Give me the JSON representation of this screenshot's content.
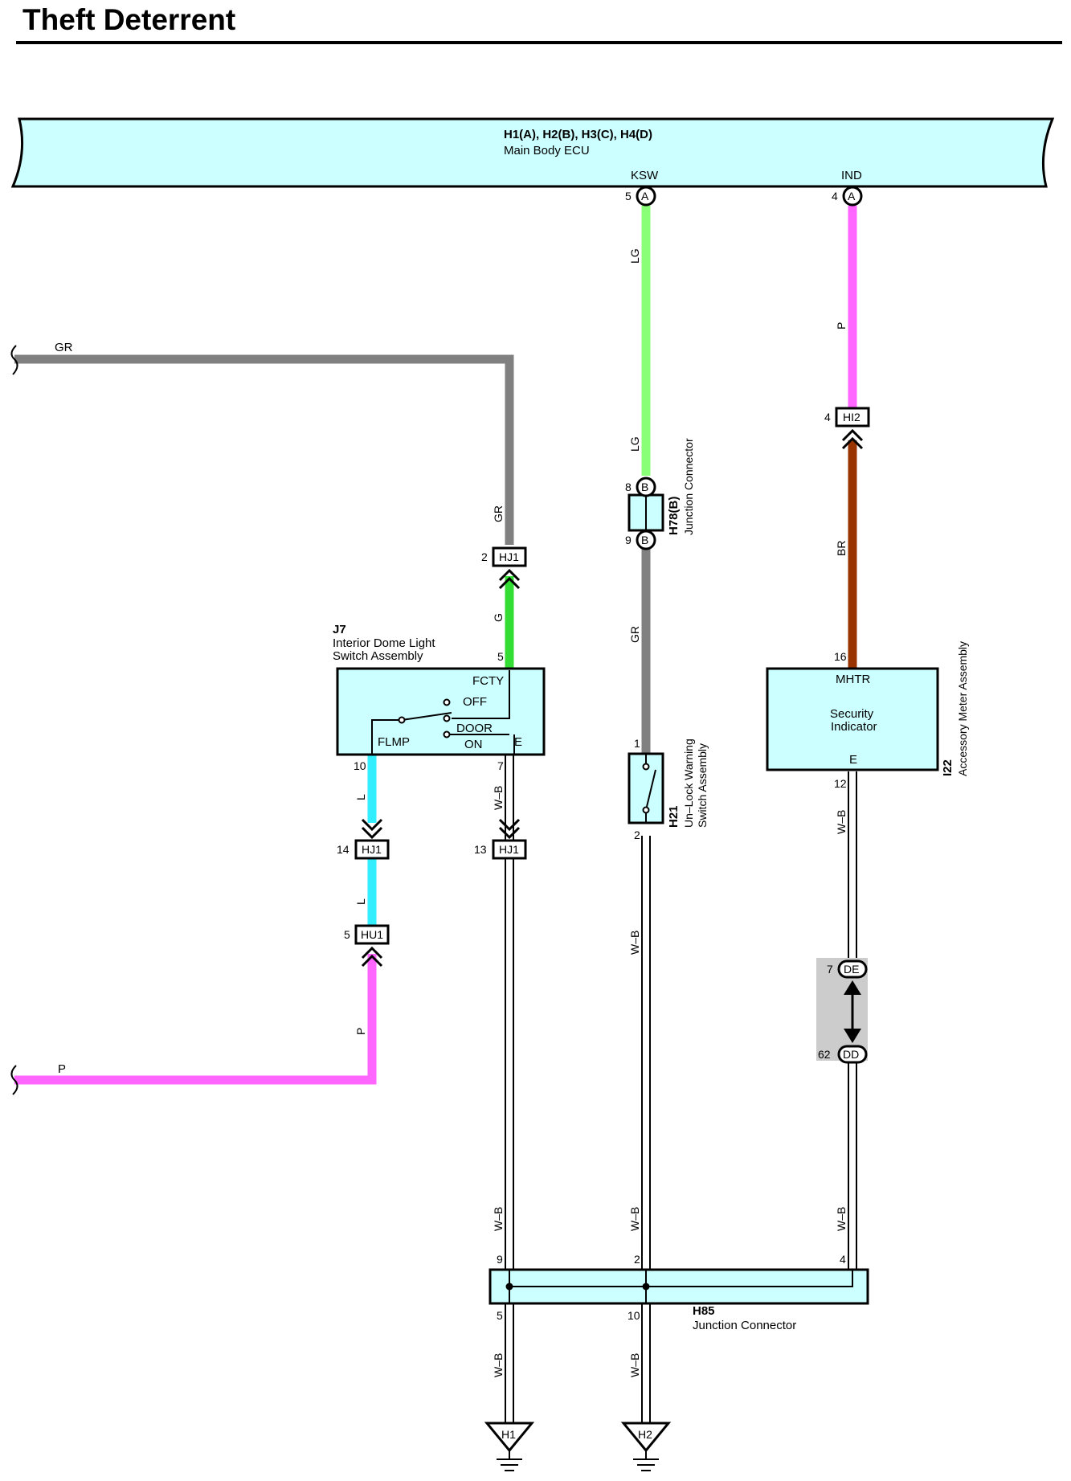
{
  "title": "Theft Deterrent",
  "colors": {
    "component_fill": "#ccffff",
    "wire_GR": "#808080",
    "wire_LG": "#88ff77",
    "wire_P": "#ff66ff",
    "wire_BR": "#993300",
    "wire_G": "#33dd33",
    "wire_L": "#33eeff",
    "wire_WB": "#ffffff",
    "shield_grey": "#cccccc"
  },
  "ecu": {
    "code": "H1(A), H2(B), H3(C), H4(D)",
    "name": "Main Body ECU",
    "pins": [
      {
        "label": "KSW",
        "num": "5",
        "conn": "A"
      },
      {
        "label": "IND",
        "num": "4",
        "conn": "A"
      }
    ]
  },
  "wire_labels": {
    "gr_left": "GR",
    "p_left": "P",
    "lg_1": "LG",
    "lg_2": "LG",
    "gr_h21": "GR",
    "wb_h21": "W–B",
    "p_ind": "P",
    "br": "BR",
    "wb_i22": "W–B",
    "gr_j7": "GR",
    "g_j7": "G",
    "l_1": "L",
    "l_2": "L",
    "p_hu1": "P",
    "wb_j7": "W–B",
    "wb_h85_left": "W–B",
    "wb_h85_mid": "W–B",
    "wb_h85_right": "W–B",
    "wb_gnd1": "W–B",
    "wb_gnd2": "W–B"
  },
  "connectors": {
    "hj1_top": {
      "num": "2",
      "label": "HJ1"
    },
    "hj1_l": {
      "num": "14",
      "label": "HJ1"
    },
    "hj1_wb": {
      "num": "13",
      "label": "HJ1"
    },
    "hu1": {
      "num": "5",
      "label": "HU1"
    },
    "hi2": {
      "num": "4",
      "label": "HI2"
    },
    "de": {
      "num": "7",
      "label": "DE"
    },
    "dd": {
      "num": "62",
      "label": "DD"
    },
    "h78_top": {
      "num": "8",
      "conn": "B"
    },
    "h78_bot": {
      "num": "9",
      "conn": "B"
    }
  },
  "h78": {
    "code": "H78(B)",
    "name": "Junction Connector"
  },
  "j7": {
    "code": "J7",
    "name_line1": "Interior Dome Light",
    "name_line2": "Switch Assembly",
    "pin_top": "5",
    "pin_left": "10",
    "pin_right": "7",
    "label_fcty": "FCTY",
    "label_off": "OFF",
    "label_door": "DOOR",
    "label_on": "ON",
    "label_flmp": "FLMP",
    "label_e": "E"
  },
  "h21": {
    "code": "H21",
    "name_line1": "Un–Lock Warning",
    "name_line2": "Switch Assembly",
    "pin_top": "1",
    "pin_bottom": "2"
  },
  "i22": {
    "code": "I22",
    "name": "Accessory Meter Assembly",
    "label_mhtr": "MHTR",
    "line1": "Security",
    "line2": "Indicator",
    "label_e": "E",
    "pin_top": "16",
    "pin_bottom": "12"
  },
  "h85": {
    "code": "H85",
    "name": "Junction Connector",
    "pins_top": [
      "9",
      "2",
      "4"
    ],
    "pins_bottom": [
      "5",
      "10"
    ]
  },
  "grounds": [
    "H1",
    "H2"
  ]
}
